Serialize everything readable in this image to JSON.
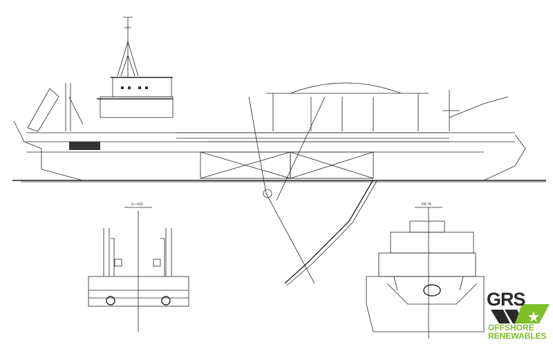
{
  "drawing": {
    "section_a_label": "X—#10",
    "section_b_label": "FR.78"
  },
  "logo": {
    "brand": "GRS",
    "line1": "OFFSHORE",
    "line2": "RENEWABLES",
    "colors": {
      "dark": "#2a2a2a",
      "green": "#7fbf2a"
    }
  }
}
